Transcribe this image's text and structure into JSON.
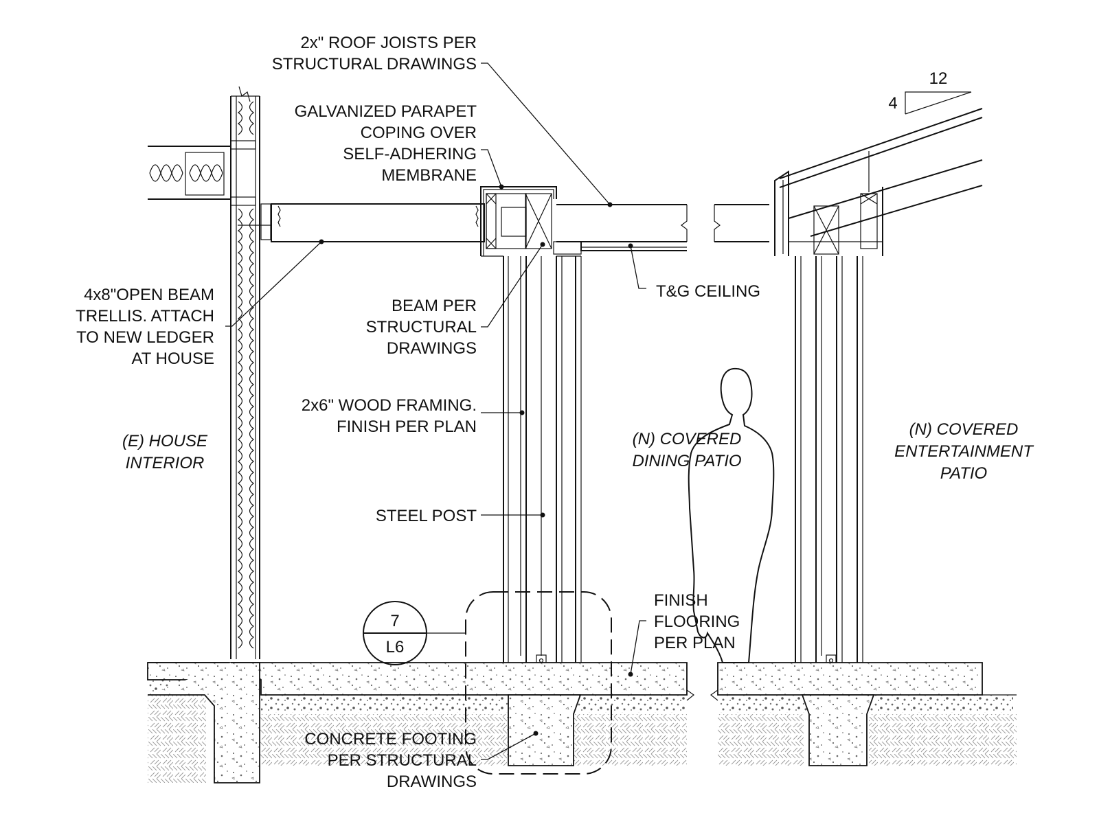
{
  "drawing": {
    "labels": {
      "roof_joists": [
        "2x\" ROOF JOISTS PER",
        "STRUCTURAL DRAWINGS"
      ],
      "parapet": [
        "GALVANIZED PARAPET",
        "COPING OVER",
        "SELF-ADHERING",
        "MEMBRANE"
      ],
      "trellis": [
        "4x8\"OPEN BEAM",
        "TRELLIS. ATTACH",
        "TO NEW LEDGER",
        "AT HOUSE"
      ],
      "beam": [
        "BEAM PER",
        "STRUCTURAL",
        "DRAWINGS"
      ],
      "tg_ceiling": "T&G CEILING",
      "framing": [
        "2x6\" WOOD FRAMING.",
        "FINISH PER PLAN"
      ],
      "steel_post": "STEEL POST",
      "finish_flooring": [
        "FINISH",
        "FLOORING",
        "PER PLAN"
      ],
      "footing": [
        "CONCRETE FOOTING",
        "PER STRUCTURAL",
        "DRAWINGS"
      ]
    },
    "rooms": {
      "house": [
        "(E) HOUSE",
        "INTERIOR"
      ],
      "dining": [
        "(N) COVERED",
        "DINING PATIO"
      ],
      "entertainment": [
        "(N) COVERED",
        "ENTERTAINMENT",
        "PATIO"
      ]
    },
    "slope": {
      "rise": "4",
      "run": "12"
    },
    "detail_tag": {
      "number": "7",
      "sheet": "L6"
    }
  }
}
